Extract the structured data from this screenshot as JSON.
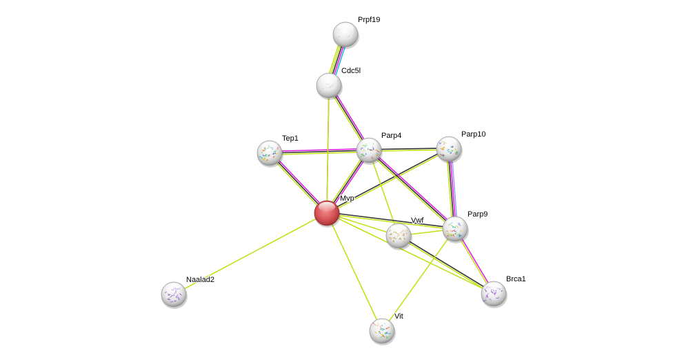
{
  "network": {
    "edge_colors": {
      "textmining": "#c6e01c",
      "coexpression": "#333333",
      "experiments": "#e020e0",
      "databases": "#21b8d8",
      "homology": "#9a9aff"
    },
    "nodes": [
      {
        "id": "Prpf19",
        "label": "Prpf19",
        "query": false,
        "structure": "faint"
      },
      {
        "id": "Cdc5l",
        "label": "Cdc5l",
        "query": false,
        "structure": "faint"
      },
      {
        "id": "Tep1",
        "label": "Tep1",
        "query": false,
        "structure": "rainbow"
      },
      {
        "id": "Parp4",
        "label": "Parp4",
        "query": false,
        "structure": "rainbow"
      },
      {
        "id": "Parp10",
        "label": "Parp10",
        "query": false,
        "structure": "rainbow"
      },
      {
        "id": "Mvp",
        "label": "Mvp",
        "query": true,
        "structure": "none"
      },
      {
        "id": "Vwf",
        "label": "Vwf",
        "query": false,
        "structure": "gold"
      },
      {
        "id": "Parp9",
        "label": "Parp9",
        "query": false,
        "structure": "rainbow"
      },
      {
        "id": "Naalad2",
        "label": "Naalad2",
        "query": false,
        "structure": "purple"
      },
      {
        "id": "Brca1",
        "label": "Brca1",
        "query": false,
        "structure": "purple"
      },
      {
        "id": "Vit",
        "label": "Vit",
        "query": false,
        "structure": "rainbow"
      }
    ],
    "edges": [
      {
        "source": "Prpf19",
        "target": "Cdc5l",
        "evidence": [
          "databases",
          "experiments",
          "coexpression",
          "textmining",
          "textmining"
        ]
      },
      {
        "source": "Cdc5l",
        "target": "Mvp",
        "evidence": [
          "experiments"
        ]
      },
      {
        "source": "Cdc5l",
        "target": "Parp4",
        "evidence": [
          "experiments",
          "coexpression",
          "textmining"
        ]
      },
      {
        "source": "Parp4",
        "target": "Mvp",
        "evidence": [
          "experiments",
          "coexpression",
          "textmining"
        ]
      },
      {
        "source": "Tep1",
        "target": "Parp4",
        "evidence": [
          "experiments",
          "coexpression",
          "textmining"
        ]
      },
      {
        "source": "Tep1",
        "target": "Mvp",
        "evidence": [
          "experiments",
          "coexpression",
          "textmining"
        ]
      },
      {
        "source": "Mvp",
        "target": "Parp10",
        "evidence": [
          "coexpression",
          "textmining"
        ]
      },
      {
        "source": "Parp4",
        "target": "Parp10",
        "evidence": [
          "coexpression",
          "textmining"
        ]
      },
      {
        "source": "Parp4",
        "target": "Parp9",
        "evidence": [
          "experiments",
          "coexpression",
          "textmining"
        ]
      },
      {
        "source": "Parp4",
        "target": "Vwf",
        "evidence": [
          "textmining"
        ]
      },
      {
        "source": "Parp10",
        "target": "Parp9",
        "evidence": [
          "homology",
          "experiments",
          "coexpression",
          "textmining"
        ]
      },
      {
        "source": "Mvp",
        "target": "Parp9",
        "evidence": [
          "coexpression",
          "textmining"
        ]
      },
      {
        "source": "Mvp",
        "target": "Vwf",
        "evidence": [
          "textmining"
        ]
      },
      {
        "source": "Mvp",
        "target": "Naalad2",
        "evidence": [
          "textmining"
        ]
      },
      {
        "source": "Mvp",
        "target": "Vit",
        "evidence": [
          "textmining"
        ]
      },
      {
        "source": "Mvp",
        "target": "Brca1",
        "evidence": [
          "textmining"
        ]
      },
      {
        "source": "Vwf",
        "target": "Parp9",
        "evidence": [
          "textmining"
        ]
      },
      {
        "source": "Vwf",
        "target": "Brca1",
        "evidence": [
          "coexpression",
          "textmining"
        ]
      },
      {
        "source": "Parp9",
        "target": "Brca1",
        "evidence": [
          "experiments",
          "textmining"
        ]
      },
      {
        "source": "Parp9",
        "target": "Vit",
        "evidence": [
          "textmining"
        ]
      },
      {
        "source": "Cdc5l",
        "target": "Mvp",
        "evidence": [
          "textmining"
        ]
      }
    ]
  }
}
